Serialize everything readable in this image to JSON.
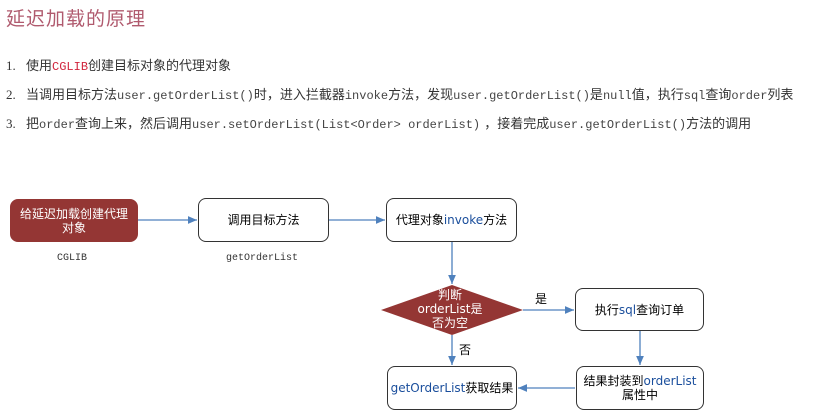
{
  "title": "延迟加载的原理",
  "steps": [
    {
      "num": "1.",
      "parts": [
        {
          "t": "使用",
          "s": "cn"
        },
        {
          "t": "CGLIB",
          "s": "red"
        },
        {
          "t": "创建目标对象的代理对象",
          "s": "cn"
        }
      ]
    },
    {
      "num": "2.",
      "parts": [
        {
          "t": "当调用目标方法",
          "s": "cn"
        },
        {
          "t": "user.getOrderList()",
          "s": "mono"
        },
        {
          "t": "时，进入拦截器",
          "s": "cn"
        },
        {
          "t": "invoke",
          "s": "mono"
        },
        {
          "t": "方法，发现",
          "s": "cn"
        },
        {
          "t": "user.getOrderList()",
          "s": "mono"
        },
        {
          "t": "是",
          "s": "cn"
        },
        {
          "t": "null",
          "s": "mono"
        },
        {
          "t": "值，执行",
          "s": "cn"
        },
        {
          "t": "sql",
          "s": "mono"
        },
        {
          "t": "查询",
          "s": "cn"
        },
        {
          "t": "order",
          "s": "mono"
        },
        {
          "t": "列表",
          "s": "cn"
        }
      ]
    },
    {
      "num": "3.",
      "parts": [
        {
          "t": "把",
          "s": "cn"
        },
        {
          "t": "order",
          "s": "mono"
        },
        {
          "t": "查询上来，然后调用",
          "s": "cn"
        },
        {
          "t": "user.setOrderList(List<Order> orderList)",
          "s": "mono"
        },
        {
          "t": " ，接着完成",
          "s": "cn"
        },
        {
          "t": "user.getOrderList()",
          "s": "mono"
        },
        {
          "t": "方法的调用",
          "s": "cn"
        }
      ]
    }
  ],
  "diagram": {
    "nodes": {
      "create_proxy": {
        "line1": "给延迟加载创建代理",
        "line2": "对象"
      },
      "call_target": {
        "text": "调用目标方法"
      },
      "proxy_invoke": {
        "pre": "代理对象",
        "en": "invoke",
        "post": "方法"
      },
      "decision": {
        "line1": "判断",
        "line2": "orderList是",
        "line3": "否为空"
      },
      "exec_sql": {
        "pre": "执行",
        "en": "sql",
        "post": "查询订单"
      },
      "wrap_result": {
        "pre": "结果封装到",
        "en": "orderList",
        "line2": "属性中"
      },
      "get_result": {
        "en": "getOrderList",
        "post": "获取结果"
      }
    },
    "captions": {
      "cglib": "CGLIB",
      "get_order_list": "getOrderList"
    },
    "edge_labels": {
      "yes": "是",
      "no": "否"
    },
    "colors": {
      "dark_fill": "#943634",
      "arrow": "#4f81bd",
      "title": "#b05a6e",
      "highlight": "#d0243c"
    }
  }
}
